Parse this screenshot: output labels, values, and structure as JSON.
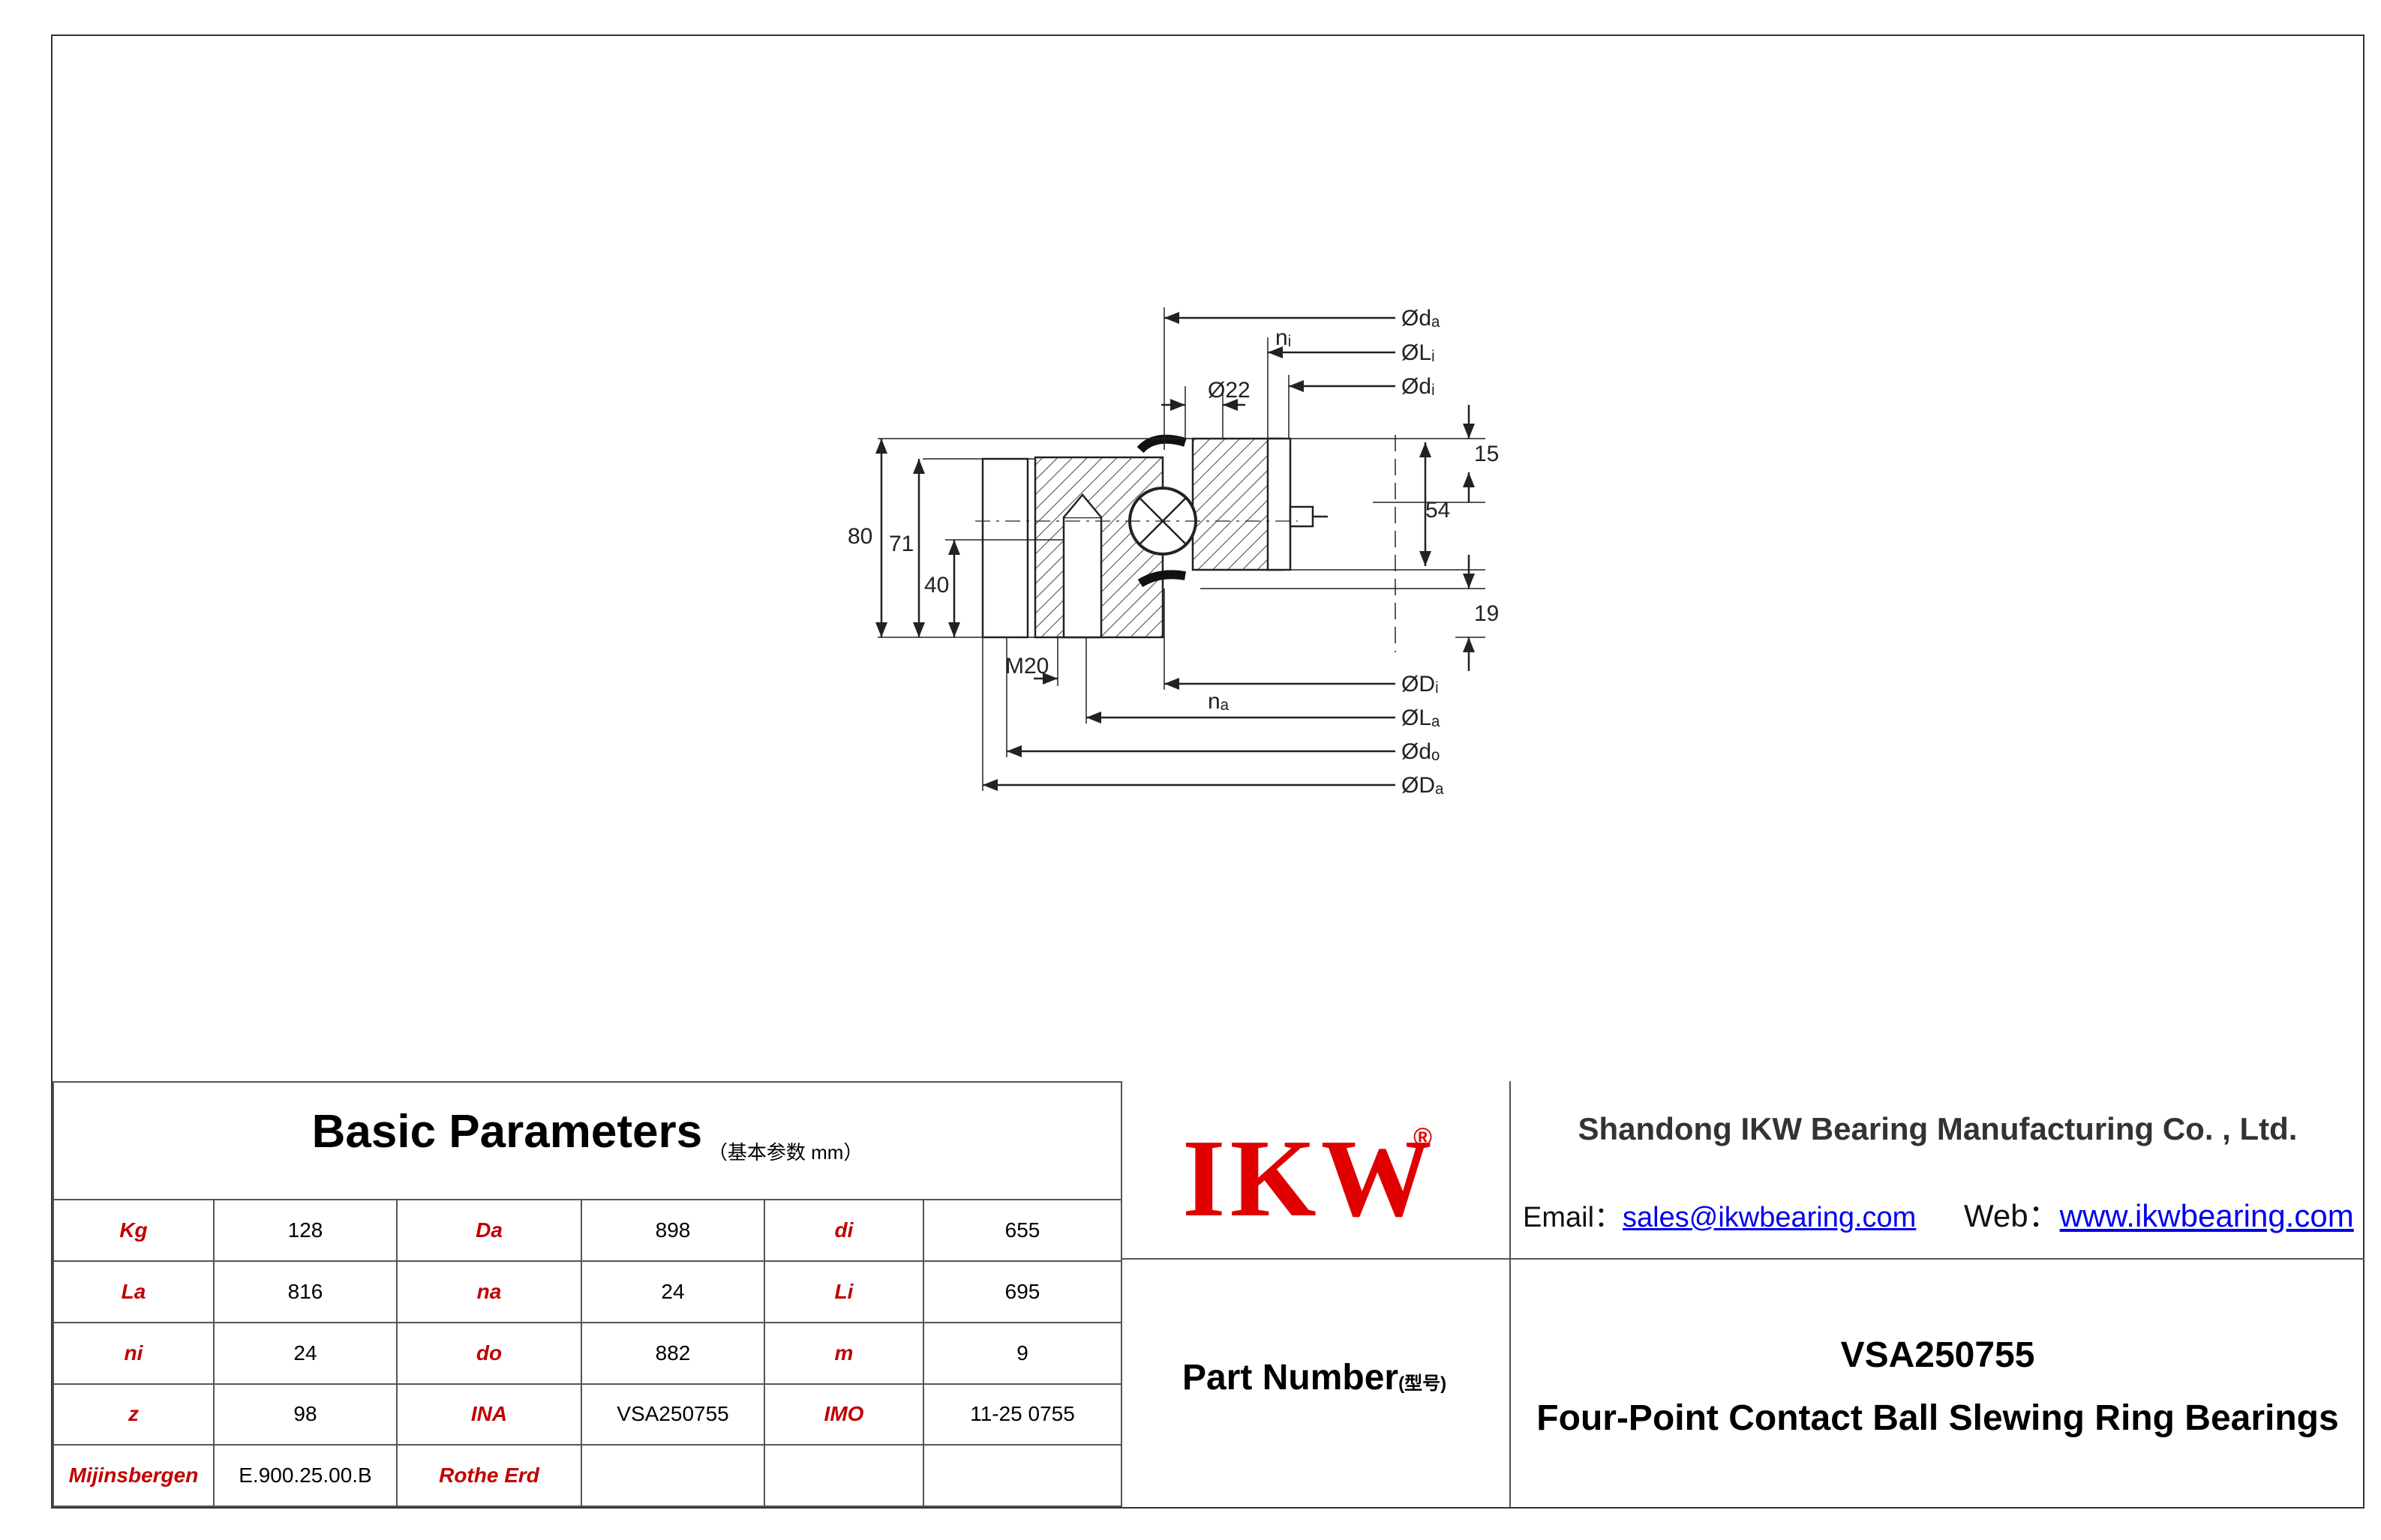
{
  "drawing": {
    "labels": {
      "da": "Ødₐ",
      "ni": "nᵢ",
      "Li": "ØLᵢ",
      "d22": "Ø22",
      "di": "Ødᵢ",
      "d15": "15",
      "h54": "54",
      "h80": "80",
      "h71": "71",
      "h40": "40",
      "h19": "19",
      "M20": "M20",
      "Di": "ØDᵢ",
      "na": "nₐ",
      "La": "ØLₐ",
      "do": "Ødₒ",
      "Da": "ØDₐ"
    }
  },
  "params": {
    "title": "Basic Parameters",
    "subtitle": "（基本参数 mm）",
    "rows": [
      [
        {
          "l": "Kg"
        },
        {
          "v": "128"
        },
        {
          "l": "Da"
        },
        {
          "v": "898"
        },
        {
          "l": "di"
        },
        {
          "v": "655"
        }
      ],
      [
        {
          "l": "La"
        },
        {
          "v": "816"
        },
        {
          "l": "na"
        },
        {
          "v": "24"
        },
        {
          "l": "Li"
        },
        {
          "v": "695"
        }
      ],
      [
        {
          "l": "ni"
        },
        {
          "v": "24"
        },
        {
          "l": "do"
        },
        {
          "v": "882"
        },
        {
          "l": "m"
        },
        {
          "v": "9"
        }
      ],
      [
        {
          "l": "z"
        },
        {
          "v": "98"
        },
        {
          "l": "INA"
        },
        {
          "v": "VSA250755"
        },
        {
          "l": "IMO"
        },
        {
          "v": "11-25 0755"
        }
      ],
      [
        {
          "l": "Mijinsbergen"
        },
        {
          "v": "E.900.25.00.B"
        },
        {
          "l": "Rothe Erd"
        },
        {
          "v": ""
        },
        {
          "v": ""
        },
        {
          "v": ""
        }
      ]
    ]
  },
  "logo": {
    "text": "IKW",
    "reg": "®"
  },
  "company": {
    "name": "Shandong IKW Bearing Manufacturing Co. , Ltd.",
    "email_label": "Email：",
    "email": "sales@ikwbearing.com",
    "web_label": "Web：",
    "web": "www.ikwbearing.com"
  },
  "part": {
    "label": "Part Number",
    "label_sub": "(型号)",
    "code": "VSA250755",
    "description": "Four-Point Contact Ball Slewing Ring Bearings"
  }
}
